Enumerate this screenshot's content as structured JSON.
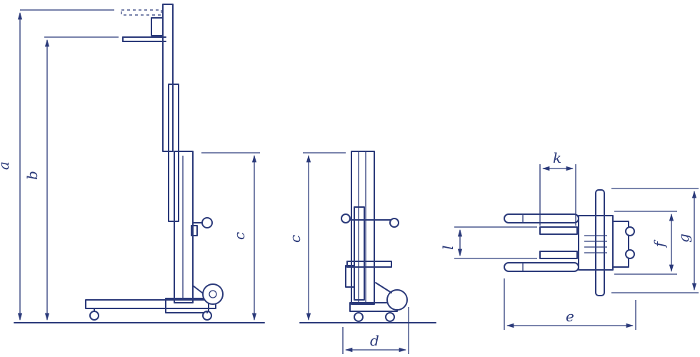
{
  "dimensions": {
    "a": "a",
    "b": "b",
    "c": "c",
    "d": "d",
    "e": "e",
    "f": "f",
    "g": "g",
    "k": "k",
    "l": "l"
  }
}
